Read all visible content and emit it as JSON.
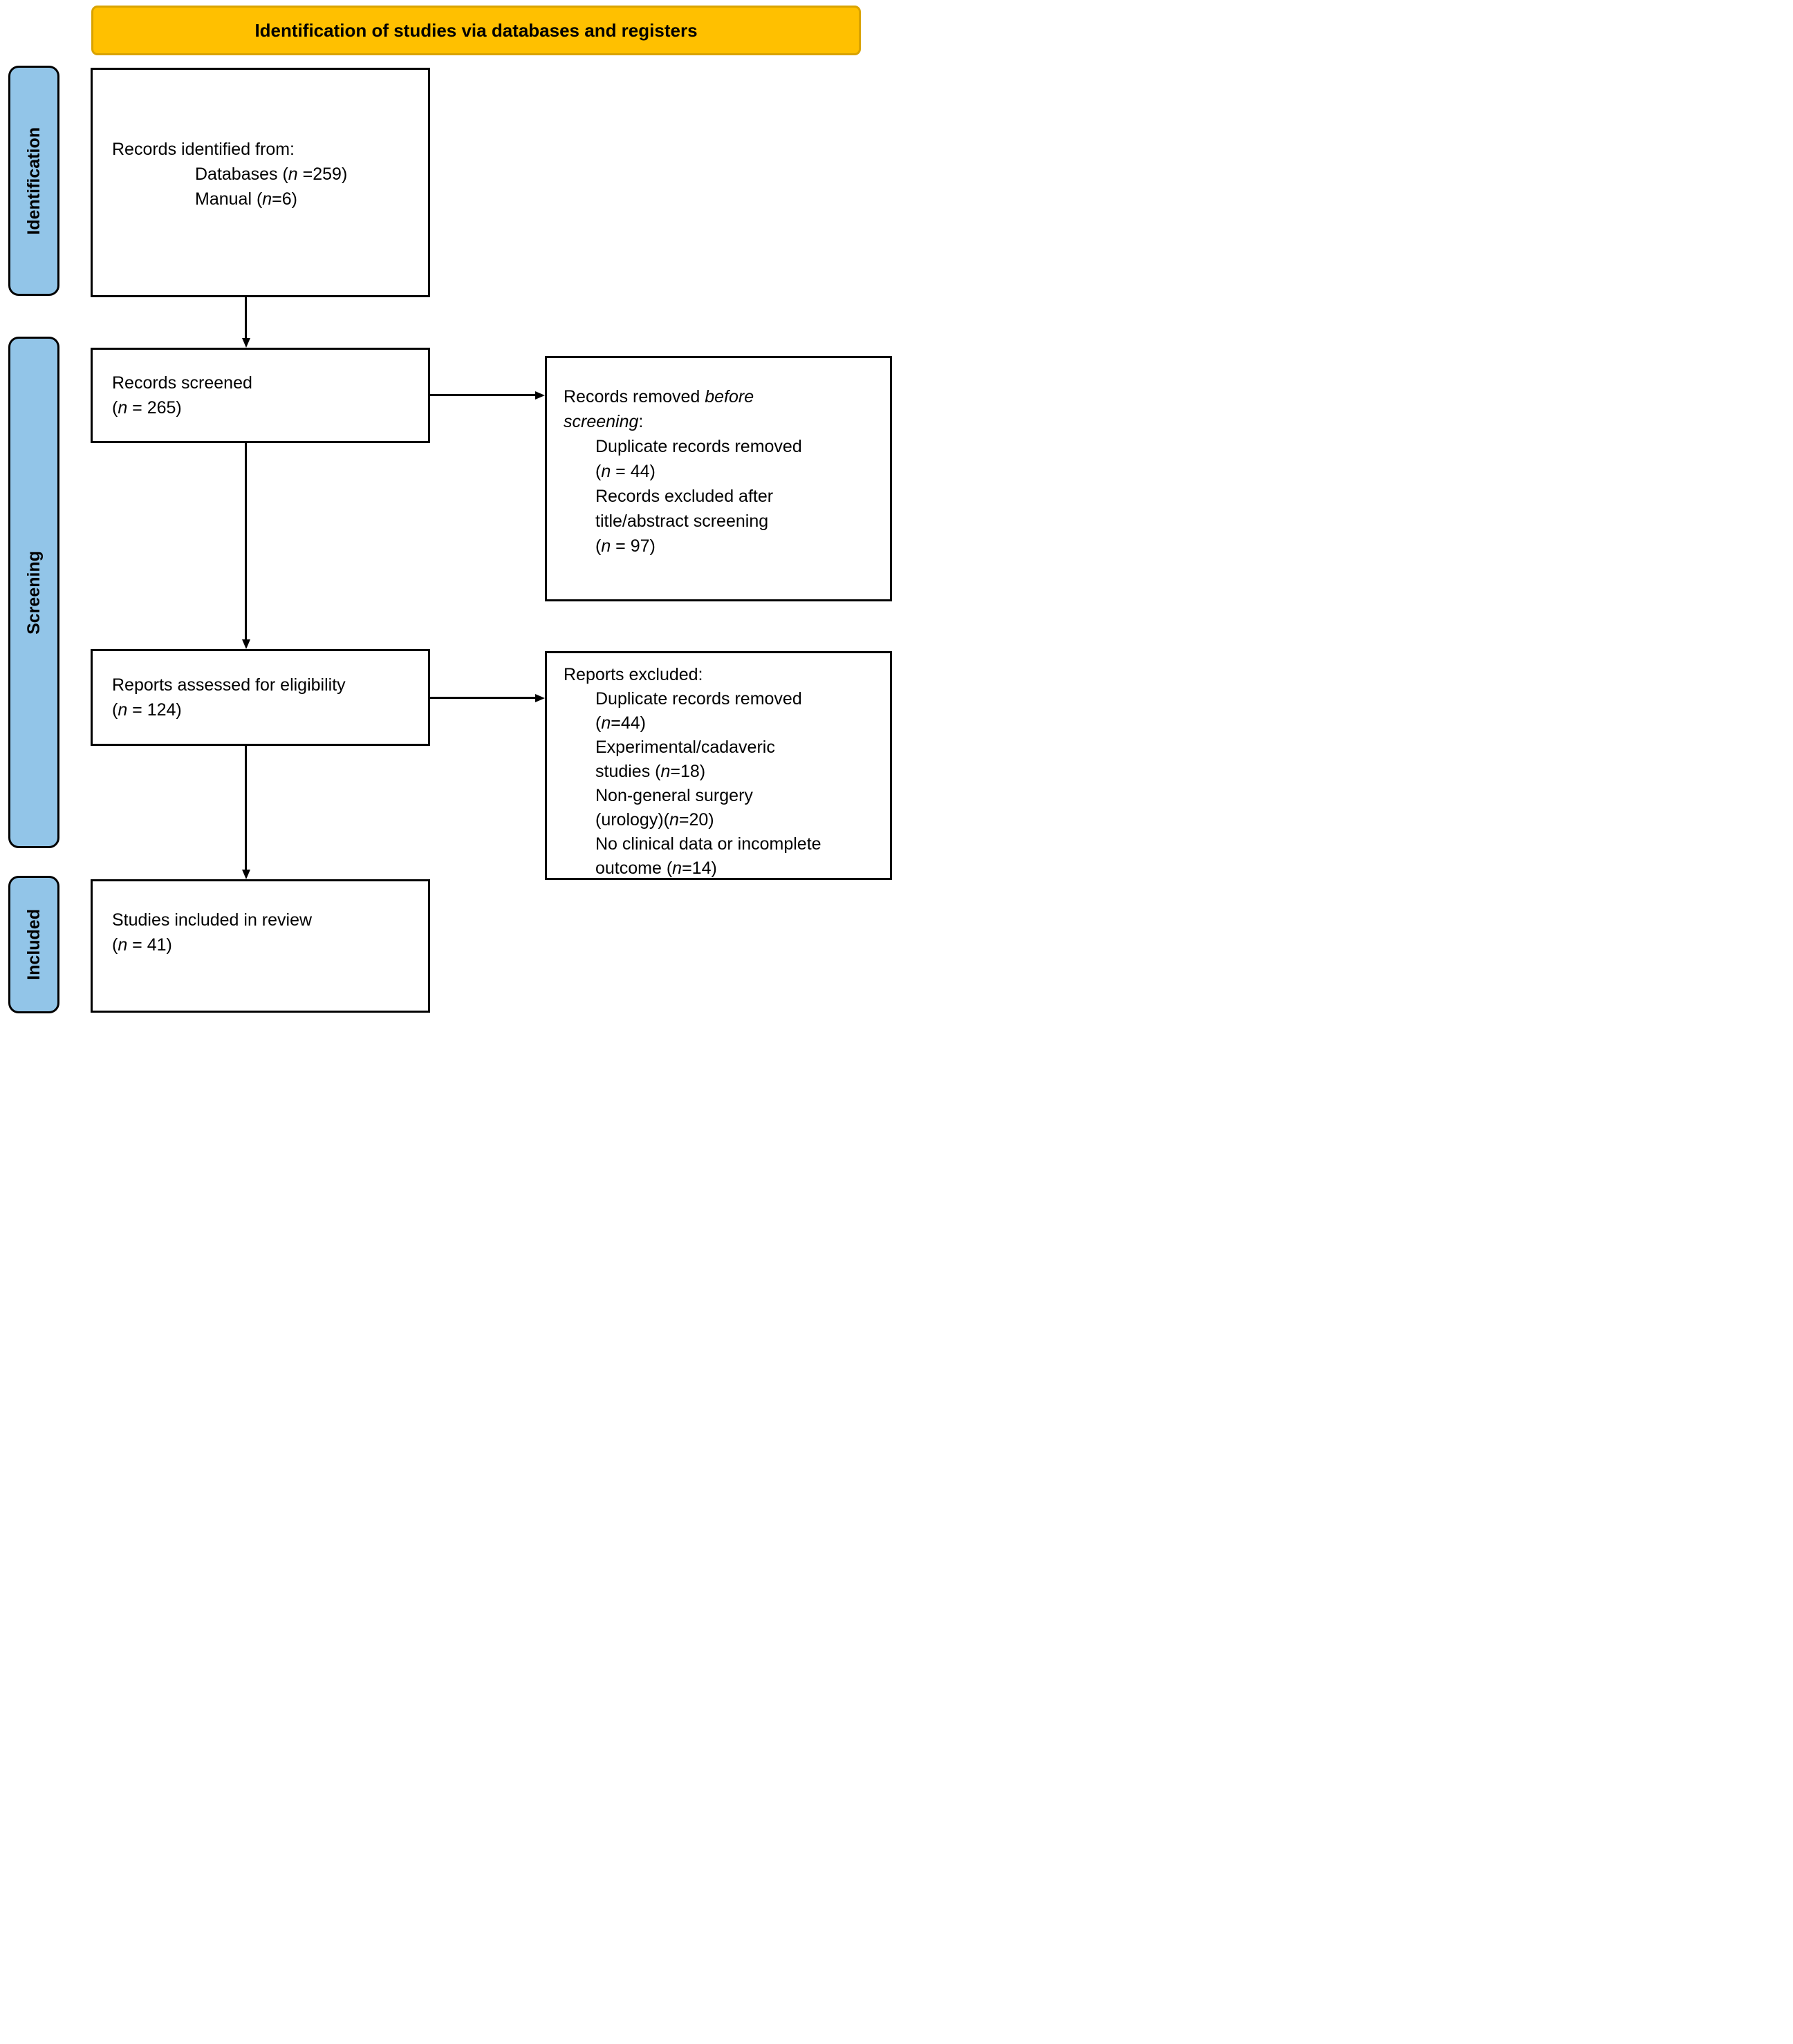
{
  "header": {
    "title": "Identification of studies via databases and registers"
  },
  "colors": {
    "banner_bg": "#FFC000",
    "banner_border": "#D9A300",
    "stage_bg": "#92C5E8",
    "box_bg": "#FFFFFF",
    "box_border": "#000000"
  },
  "stages": [
    {
      "id": "identification",
      "label": "Identification"
    },
    {
      "id": "screening",
      "label": "Screening"
    },
    {
      "id": "included",
      "label": "Included"
    }
  ],
  "boxes": {
    "records_identified": {
      "lines": [
        {
          "indent": 0,
          "segments": [
            {
              "t": "Records identified from:"
            }
          ]
        },
        {
          "indent": 1,
          "segments": [
            {
              "t": "Databases ("
            },
            {
              "t": "n",
              "i": true
            },
            {
              "t": " =259)"
            }
          ]
        },
        {
          "indent": 1,
          "segments": [
            {
              "t": "Manual ("
            },
            {
              "t": "n",
              "i": true
            },
            {
              "t": "=6)"
            }
          ]
        }
      ]
    },
    "records_screened": {
      "lines": [
        {
          "indent": 0,
          "segments": [
            {
              "t": "Records screened"
            }
          ]
        },
        {
          "indent": 0,
          "segments": [
            {
              "t": "("
            },
            {
              "t": "n",
              "i": true
            },
            {
              "t": " = 265)"
            }
          ]
        }
      ]
    },
    "reports_assessed": {
      "lines": [
        {
          "indent": 0,
          "segments": [
            {
              "t": "Reports assessed for eligibility"
            }
          ]
        },
        {
          "indent": 0,
          "segments": [
            {
              "t": "("
            },
            {
              "t": "n",
              "i": true
            },
            {
              "t": " = 124)"
            }
          ]
        }
      ]
    },
    "studies_included": {
      "lines": [
        {
          "indent": 0,
          "segments": [
            {
              "t": "Studies included in review"
            }
          ]
        },
        {
          "indent": 0,
          "segments": [
            {
              "t": "("
            },
            {
              "t": "n",
              "i": true
            },
            {
              "t": " = 41)"
            }
          ]
        }
      ]
    },
    "removed_before_screening": {
      "lines": [
        {
          "indent": 0,
          "segments": [
            {
              "t": "Records removed "
            },
            {
              "t": "before",
              "i": true
            }
          ]
        },
        {
          "indent": 0,
          "segments": [
            {
              "t": "screening",
              "i": true
            },
            {
              "t": ":"
            }
          ]
        },
        {
          "indent": 1,
          "segments": [
            {
              "t": "Duplicate records removed"
            }
          ]
        },
        {
          "indent": 1,
          "segments": [
            {
              "t": "("
            },
            {
              "t": "n",
              "i": true
            },
            {
              "t": " = 44)"
            }
          ]
        },
        {
          "indent": 1,
          "segments": [
            {
              "t": "Records excluded after"
            }
          ]
        },
        {
          "indent": 1,
          "segments": [
            {
              "t": "title/abstract screening"
            }
          ]
        },
        {
          "indent": 1,
          "segments": [
            {
              "t": "("
            },
            {
              "t": "n",
              "i": true
            },
            {
              "t": " = 97)"
            }
          ]
        }
      ]
    },
    "reports_excluded": {
      "lines": [
        {
          "indent": 0,
          "segments": [
            {
              "t": "Reports excluded:"
            }
          ]
        },
        {
          "indent": 1,
          "segments": [
            {
              "t": "Duplicate records removed"
            }
          ]
        },
        {
          "indent": 1,
          "segments": [
            {
              "t": "("
            },
            {
              "t": "n",
              "i": true
            },
            {
              "t": "=44)"
            }
          ]
        },
        {
          "indent": 1,
          "segments": [
            {
              "t": "Experimental/cadaveric"
            }
          ]
        },
        {
          "indent": 1,
          "segments": [
            {
              "t": "studies ("
            },
            {
              "t": "n",
              "i": true
            },
            {
              "t": "=18)"
            }
          ]
        },
        {
          "indent": 1,
          "segments": [
            {
              "t": "Non-general surgery"
            }
          ]
        },
        {
          "indent": 1,
          "segments": [
            {
              "t": "(urology)("
            },
            {
              "t": "n",
              "i": true
            },
            {
              "t": "=20)"
            }
          ]
        },
        {
          "indent": 1,
          "segments": [
            {
              "t": "No clinical data or incomplete"
            }
          ]
        },
        {
          "indent": 1,
          "segments": [
            {
              "t": "outcome ("
            },
            {
              "t": "n",
              "i": true
            },
            {
              "t": "=14)"
            }
          ]
        }
      ]
    }
  }
}
